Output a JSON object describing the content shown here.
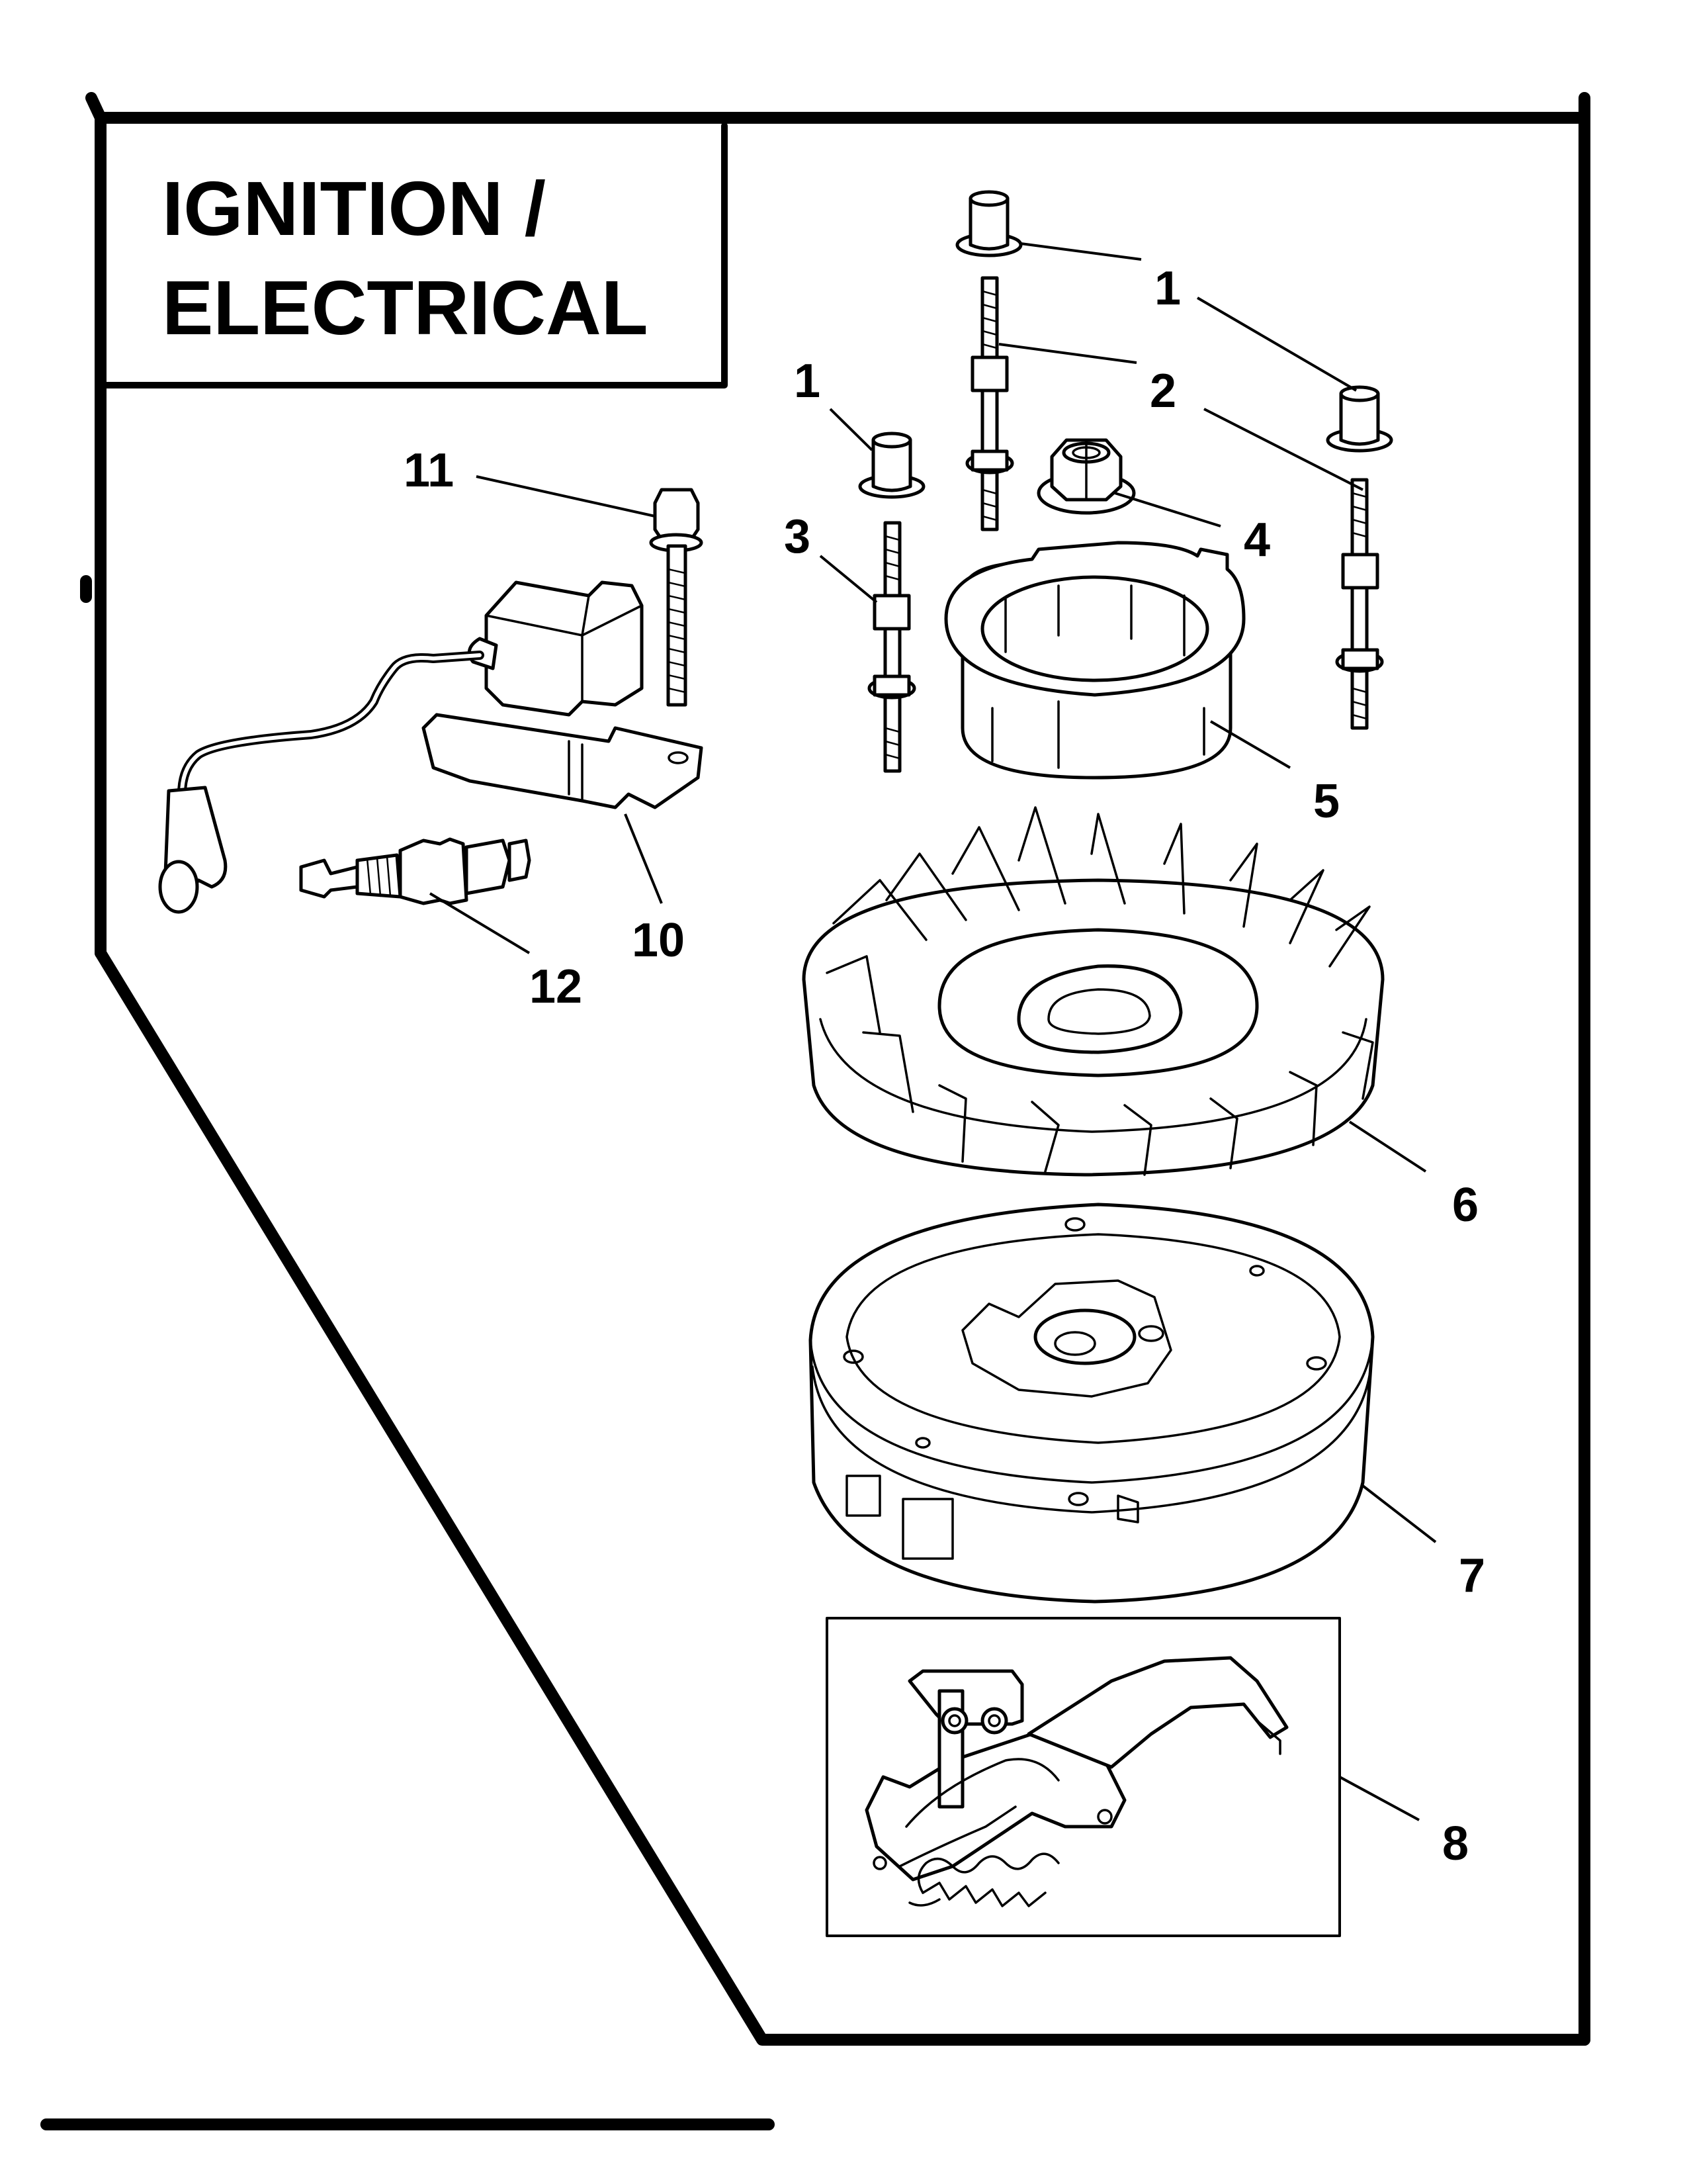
{
  "title": {
    "line1": "IGNITION /",
    "line2": "ELECTRICAL"
  },
  "parts": [
    {
      "id": "1a",
      "label": "1"
    },
    {
      "id": "1b",
      "label": "1"
    },
    {
      "id": "2a",
      "label": "2"
    },
    {
      "id": "3",
      "label": "3"
    },
    {
      "id": "4",
      "label": "4"
    },
    {
      "id": "5",
      "label": "5"
    },
    {
      "id": "6",
      "label": "6"
    },
    {
      "id": "7",
      "label": "7"
    },
    {
      "id": "8",
      "label": "8"
    },
    {
      "id": "10",
      "label": "10"
    },
    {
      "id": "11",
      "label": "11"
    },
    {
      "id": "12",
      "label": "12"
    }
  ]
}
